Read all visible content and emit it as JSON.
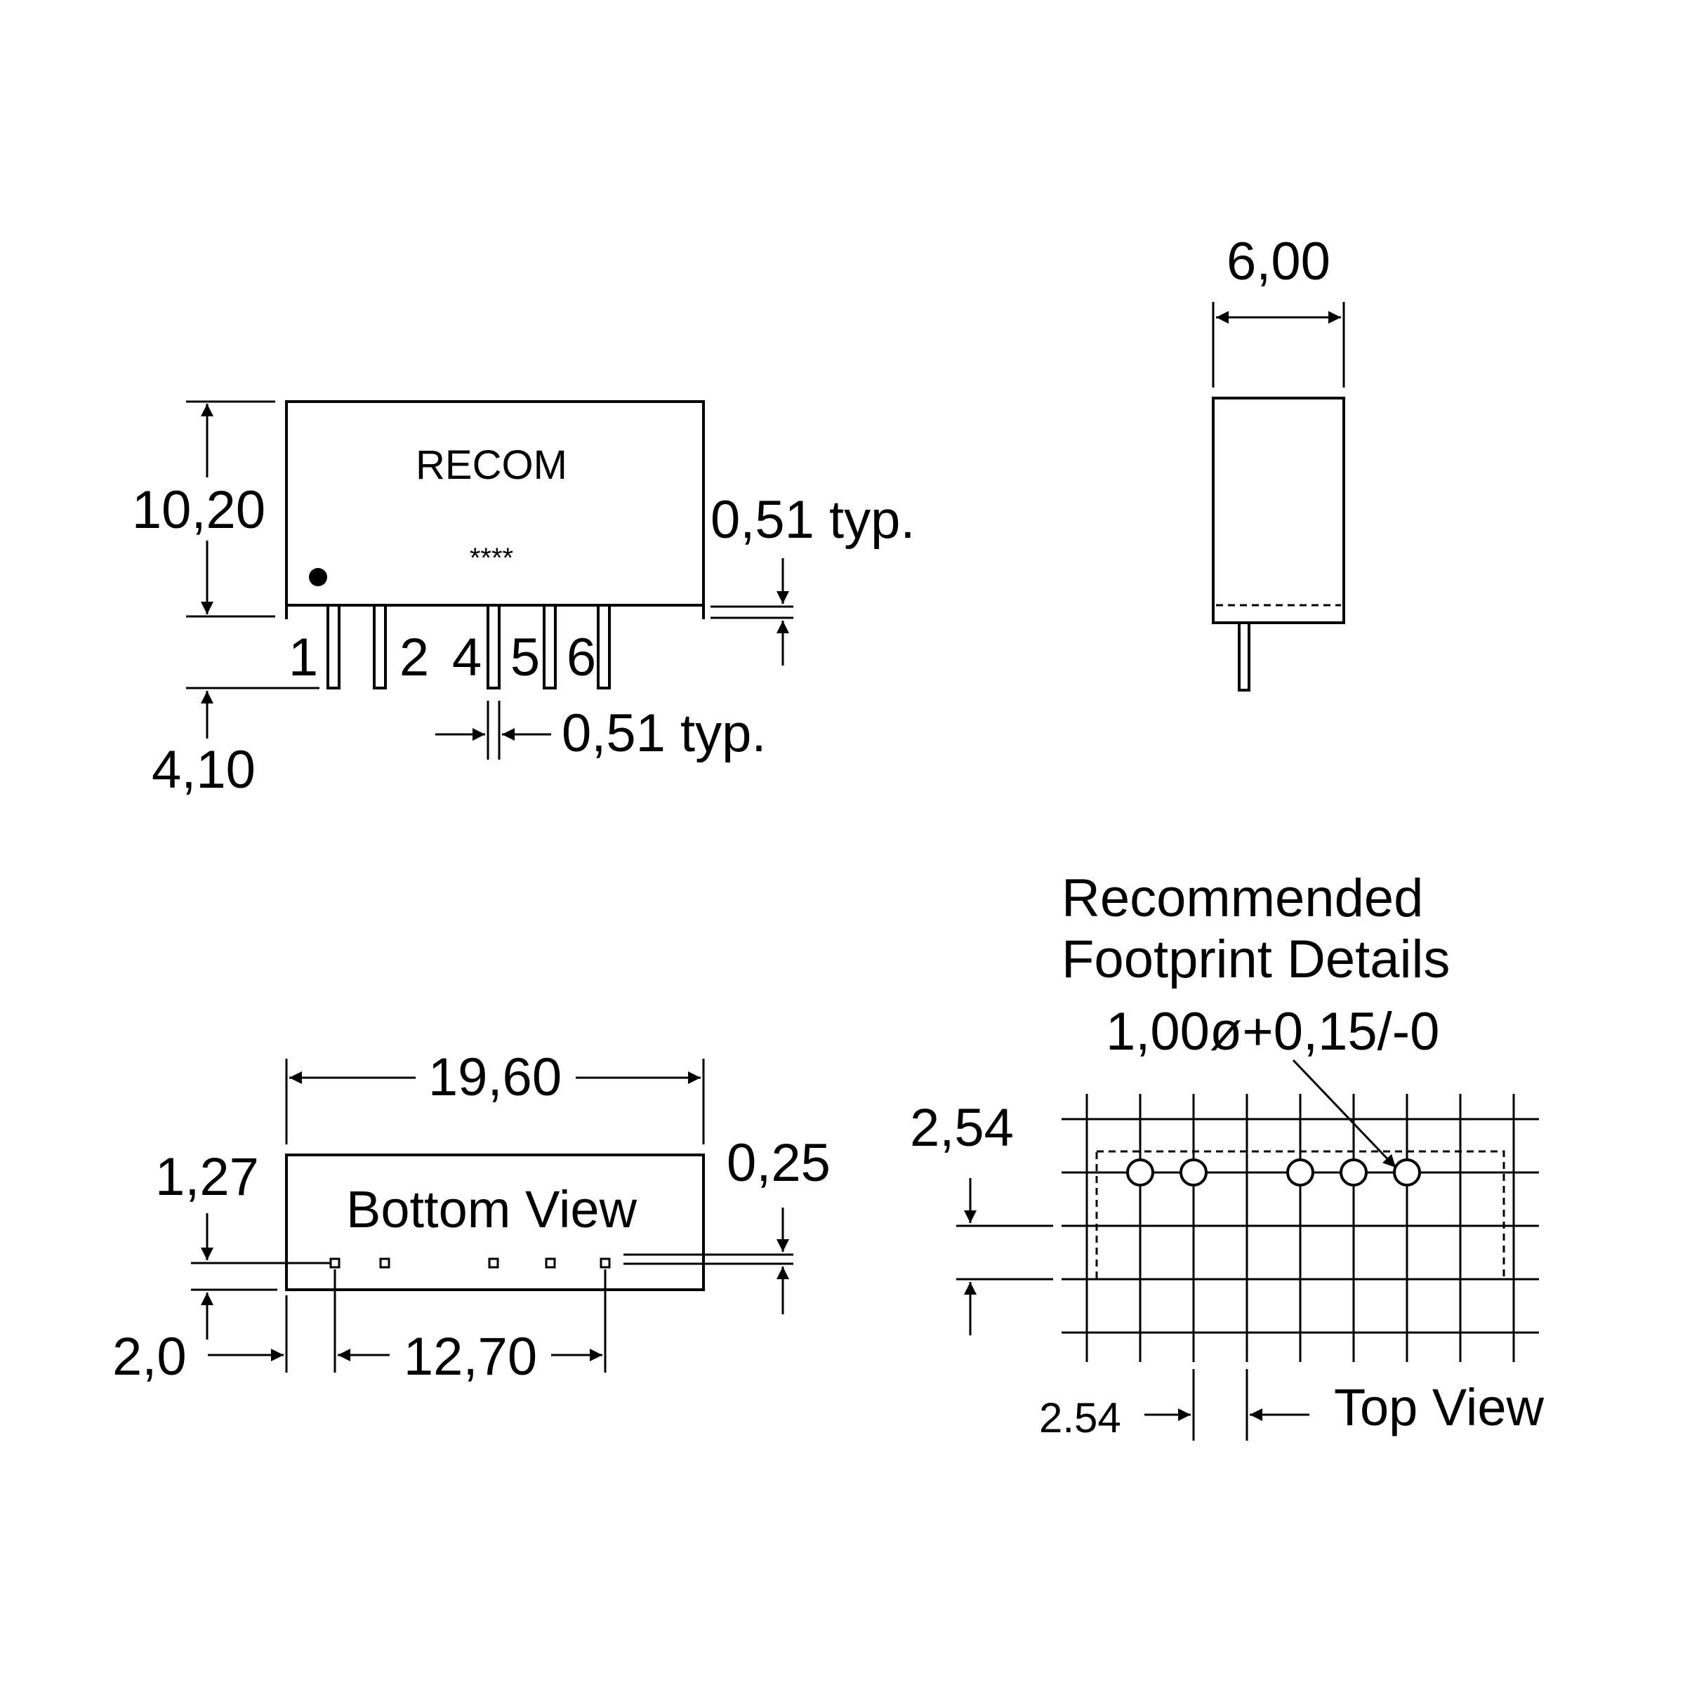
{
  "front_view": {
    "brand": "RECOM",
    "marking": "****",
    "height_dim": "10,20",
    "pin_length_dim": "4,10",
    "pin_thickness_dim": "0,51 typ.",
    "pin_width_dim": "0,51 typ.",
    "pin_labels": [
      "1",
      "2",
      "4",
      "5",
      "6"
    ]
  },
  "side_view": {
    "width_dim": "6,00"
  },
  "bottom_view": {
    "label": "Bottom View",
    "length_dim": "19,60",
    "pin_offset_dim": "1,27",
    "edge_offset_dim": "2,0",
    "pin_span_dim": "12,70",
    "edge_dim": "0,25"
  },
  "footprint": {
    "title_line1": "Recommended",
    "title_line2": "Footprint Details",
    "hole_dim": "1,00ø+0,15/-0",
    "grid_pitch_v": "2,54",
    "grid_pitch_h": "2.54",
    "view_label": "Top View"
  }
}
